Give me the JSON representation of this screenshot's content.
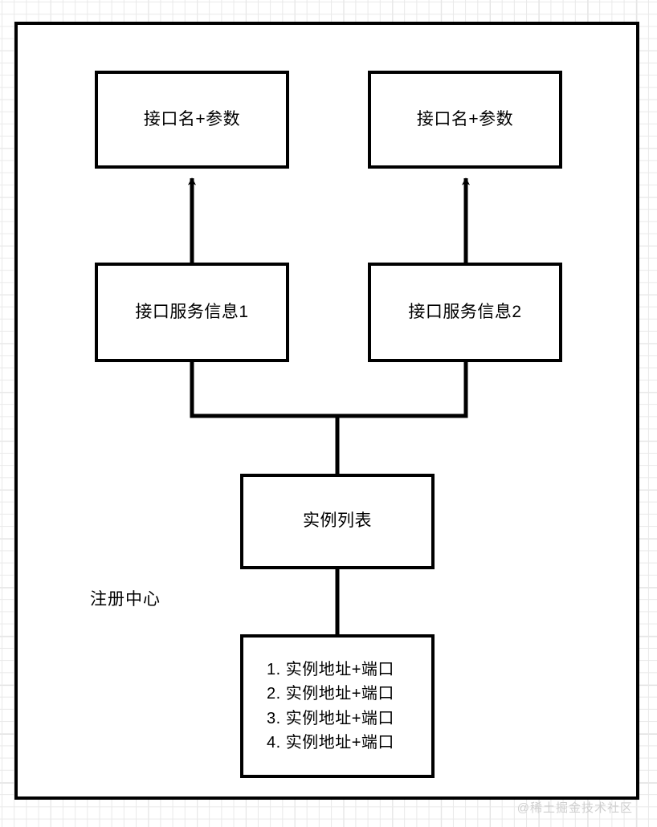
{
  "diagram": {
    "title_label": "注册中心",
    "watermark": "@稀土掘金技术社区",
    "colors": {
      "stroke": "#000000",
      "fill": "#ffffff",
      "grid_minor": "#e9e9e9",
      "grid_major": "#dcdcdc",
      "watermark": "#cfcfcf"
    },
    "nodes": {
      "api_left": "接口名+参数",
      "api_right": "接口名+参数",
      "service_left": "接口服务信息1",
      "service_right": "接口服务信息2",
      "instance_list": "实例列表"
    },
    "instance_items": [
      "1. 实例地址+端口",
      "2. 实例地址+端口",
      "3. 实例地址+端口",
      "4. 实例地址+端口"
    ],
    "edges": [
      {
        "name": "service-left-to-api-left",
        "from": "接口服务信息1",
        "to": "接口名+参数",
        "direction": "up"
      },
      {
        "name": "service-right-to-api-right",
        "from": "接口服务信息2",
        "to": "接口名+参数",
        "direction": "up"
      },
      {
        "name": "services-merge-to-instance-list",
        "from": "接口服务信息1 / 接口服务信息2",
        "to": "实例列表",
        "direction": "down"
      },
      {
        "name": "instance-list-to-items",
        "from": "实例列表",
        "to": "实例地址+端口列表",
        "direction": "down"
      }
    ]
  }
}
